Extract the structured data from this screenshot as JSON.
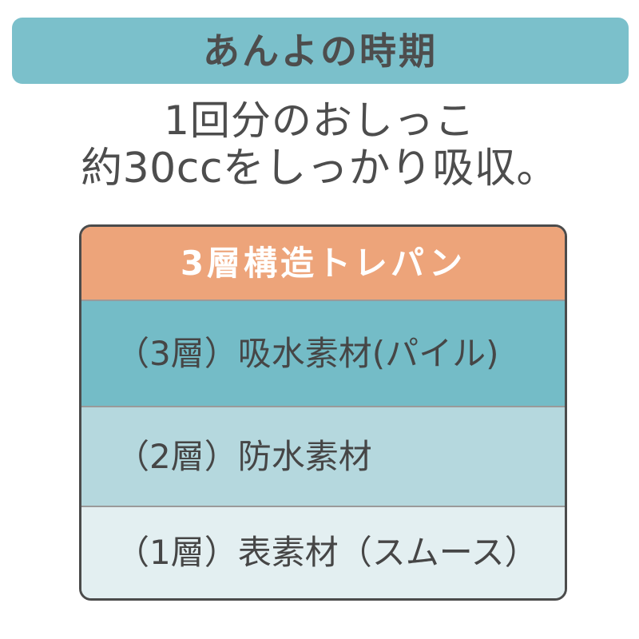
{
  "header": {
    "badge_label": "あんよの時期",
    "badge_color": "#7bc0cb",
    "text_color": "#4d4d4d"
  },
  "lead": {
    "line1": "1回分のおしっこ",
    "line2": "約30ccをしっかり吸収。"
  },
  "layer_card": {
    "title": "3層構造トレパン",
    "title_bg": "#eda47a",
    "title_color": "#ffffff",
    "border_color": "#4b4b4b",
    "rows": [
      {
        "label": "（3層）吸水素材(パイル)",
        "bg": "#74bcc7"
      },
      {
        "label": "（2層）防水素材",
        "bg": "#b5d8de"
      },
      {
        "label": "（1層）表素材（スムース）",
        "bg": "#e3eff1"
      }
    ]
  }
}
